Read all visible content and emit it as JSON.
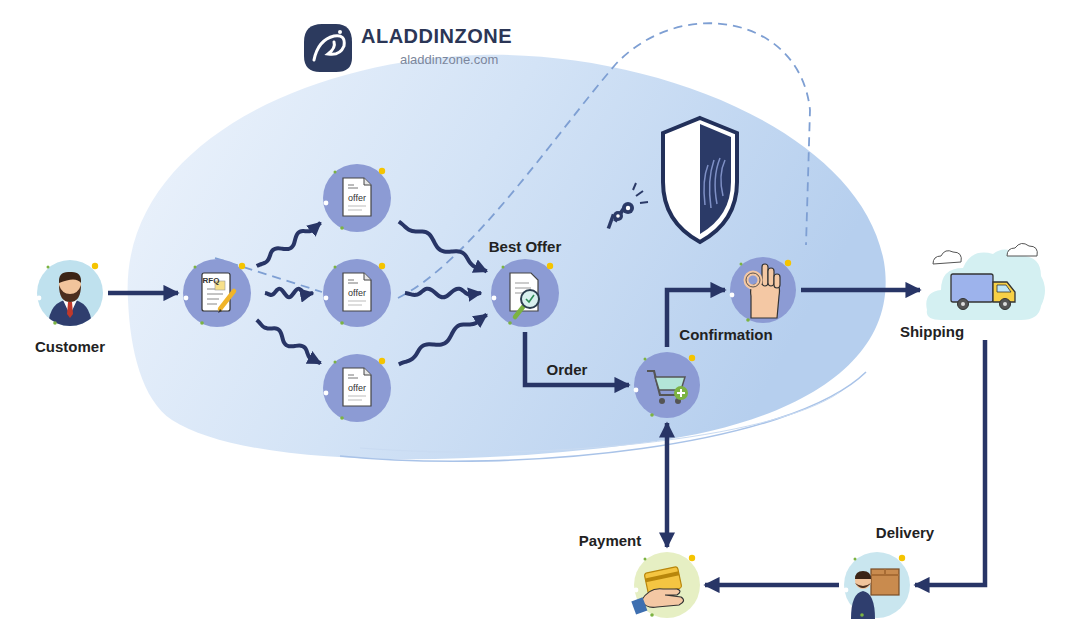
{
  "diagram": {
    "nodes": [
      {
        "text": [
          "Customer"
        ]
      },
      {
        "text": [
          "RFQ"
        ]
      },
      {
        "text": [
          "offer"
        ]
      },
      {
        "text": [
          "offer"
        ]
      },
      {
        "text": [
          "offer"
        ]
      },
      {
        "text": [
          "Best Offer"
        ]
      },
      {
        "text": [
          "Order"
        ]
      },
      {
        "text": [
          "Confirmation"
        ]
      },
      {
        "text": [
          "Shipping"
        ]
      },
      {
        "text": [
          "Delivery"
        ]
      },
      {
        "text": [
          "Payment"
        ]
      }
    ],
    "edges": [
      {
        "from": 0,
        "to": 1,
        "arrow": "to"
      },
      {
        "from": 1,
        "to": 2,
        "arrow": "to"
      },
      {
        "from": 1,
        "to": 3,
        "arrow": "to"
      },
      {
        "from": 1,
        "to": 4,
        "arrow": "to"
      },
      {
        "from": 2,
        "to": 5,
        "arrow": "to"
      },
      {
        "from": 3,
        "to": 5,
        "arrow": "to"
      },
      {
        "from": 4,
        "to": 5,
        "arrow": "to"
      },
      {
        "from": 5,
        "to": 6,
        "arrow": "to"
      },
      {
        "from": 6,
        "to": 7,
        "arrow": "to"
      },
      {
        "from": 7,
        "to": 8,
        "arrow": "to"
      },
      {
        "from": 8,
        "to": 9,
        "arrow": "to"
      },
      {
        "from": 9,
        "to": 10,
        "arrow": "to"
      },
      {
        "from": 10,
        "to": 6,
        "arrow": "both"
      }
    ],
    "labels": [
      "ALADDINZONE",
      "aladdinzone.com"
    ]
  }
}
